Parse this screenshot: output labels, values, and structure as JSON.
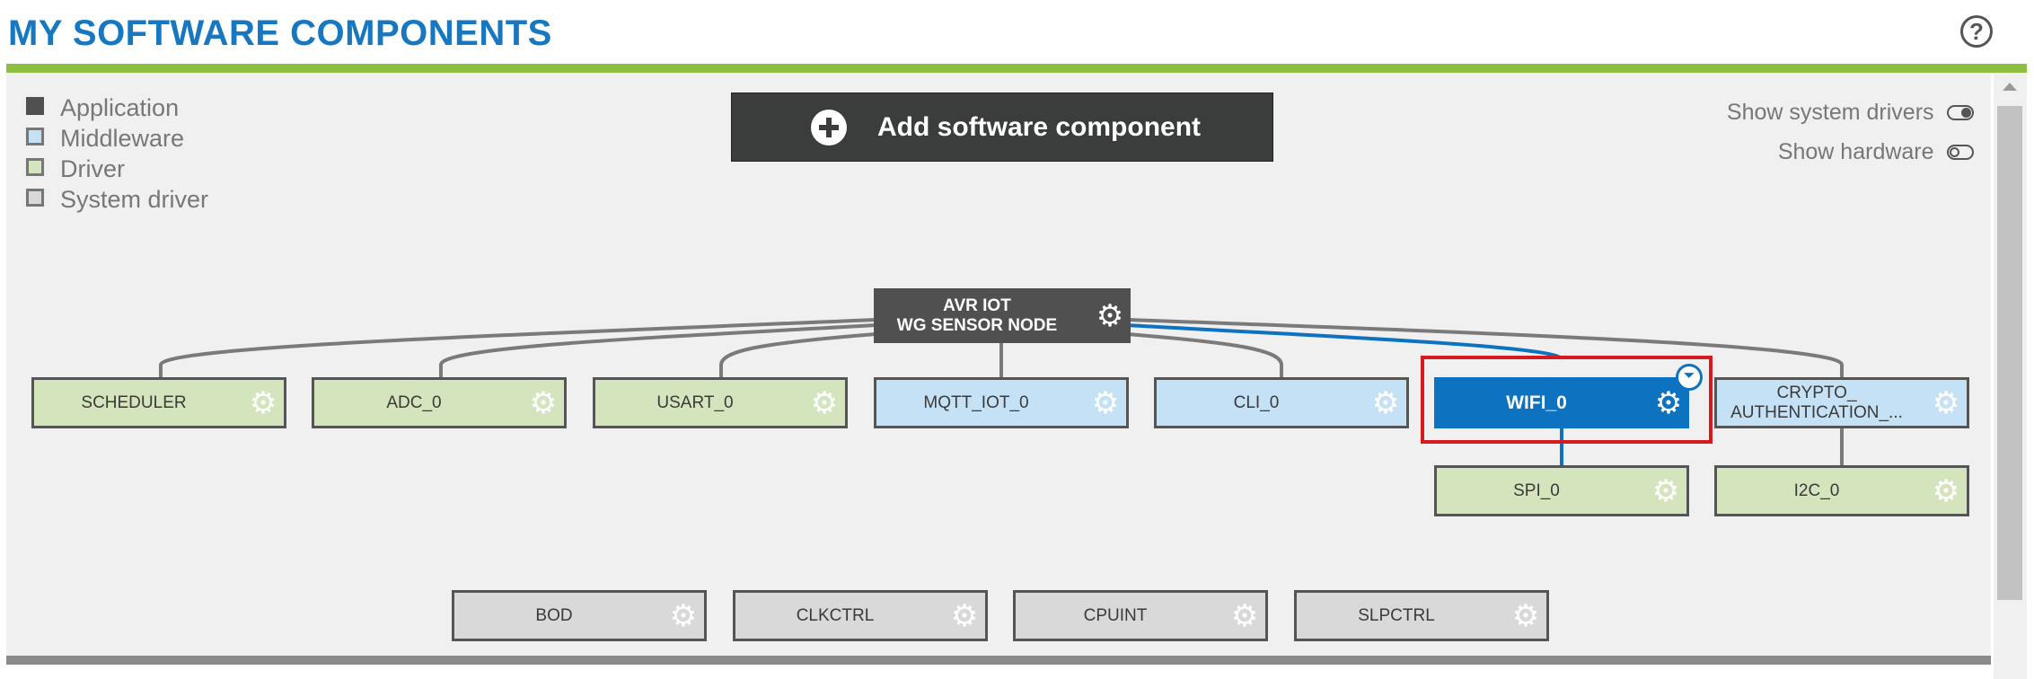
{
  "header": {
    "title": "MY SOFTWARE COMPONENTS",
    "help_icon": "?"
  },
  "legend": [
    {
      "label": "Application",
      "color": "#505050"
    },
    {
      "label": "Middleware",
      "color": "#c5e1f6"
    },
    {
      "label": "Driver",
      "color": "#d4e4bd"
    },
    {
      "label": "System driver",
      "color": "#d9d9d9"
    }
  ],
  "toolbar": {
    "add_label": "Add software component",
    "show_system_drivers": {
      "label": "Show system drivers",
      "state": "on"
    },
    "show_hardware": {
      "label": "Show hardware",
      "state": "off"
    }
  },
  "components": {
    "root": {
      "label_line1": "AVR IOT",
      "label_line2": "WG SENSOR NODE",
      "type": "application"
    },
    "scheduler": {
      "label": "SCHEDULER",
      "type": "driver"
    },
    "adc": {
      "label": "ADC_0",
      "type": "driver"
    },
    "usart": {
      "label": "USART_0",
      "type": "driver"
    },
    "mqtt": {
      "label": "MQTT_IOT_0",
      "type": "middleware"
    },
    "cli": {
      "label": "CLI_0",
      "type": "middleware"
    },
    "wifi": {
      "label": "WIFI_0",
      "type": "middleware",
      "selected": true
    },
    "crypto": {
      "label_line1": "CRYPTO_",
      "label_line2": "AUTHENTICATION_...",
      "type": "middleware"
    },
    "spi": {
      "label": "SPI_0",
      "type": "driver"
    },
    "i2c": {
      "label": "I2C_0",
      "type": "driver"
    },
    "bod": {
      "label": "BOD",
      "type": "system driver"
    },
    "clkctrl": {
      "label": "CLKCTRL",
      "type": "system driver"
    },
    "cpuint": {
      "label": "CPUINT",
      "type": "system driver"
    },
    "slpctrl": {
      "label": "SLPCTRL",
      "type": "system driver"
    }
  },
  "icons": {
    "gear": "⚙",
    "filter": "⏷"
  },
  "colors": {
    "title": "#1777c0",
    "accent_bar": "#8cbf3f",
    "selected": "#0d72bf",
    "highlight": "#d71a1f"
  }
}
